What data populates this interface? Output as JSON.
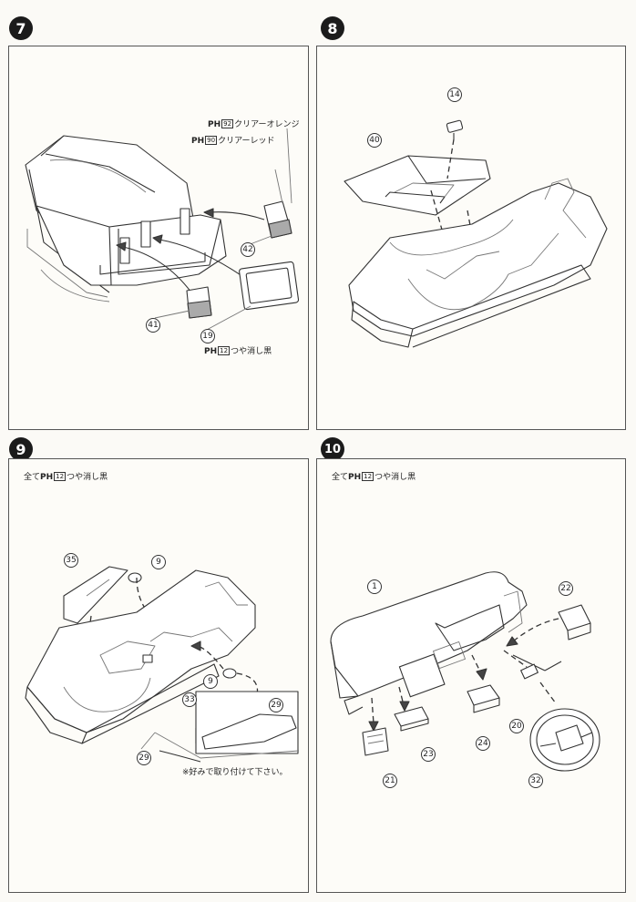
{
  "steps": [
    {
      "number": "7",
      "callouts": {
        "c41": "41",
        "c42": "42",
        "c19": "19"
      },
      "paints": [
        {
          "prefix": "PH",
          "code": "92",
          "name": "クリアーオレンジ"
        },
        {
          "prefix": "PH",
          "code": "90",
          "name": "クリアーレッド"
        },
        {
          "prefix": "PH",
          "code": "12",
          "name": "つや消し黒"
        }
      ]
    },
    {
      "number": "8",
      "callouts": {
        "c14": "14",
        "c40": "40"
      }
    },
    {
      "number": "9",
      "note": {
        "prefix": "全て",
        "paint_prefix": "PH",
        "code": "12",
        "name": "つや消し黒"
      },
      "callouts": {
        "c35": "35",
        "c9a": "9",
        "c9b": "9",
        "c33": "33",
        "c29a": "29",
        "c29b": "29"
      },
      "optional_note": "※好みで取り付けて下さい。"
    },
    {
      "number": "10",
      "note": {
        "prefix": "全て",
        "paint_prefix": "PH",
        "code": "12",
        "name": "つや消し黒"
      },
      "callouts": {
        "c1": "1",
        "c22": "22",
        "c21": "21",
        "c23": "23",
        "c24": "24",
        "c20": "20",
        "c32": "32"
      }
    }
  ],
  "colors": {
    "ink": "#222222",
    "clear_orange_swatch": "#aaaaaa",
    "clear_red_swatch": "#444444"
  }
}
